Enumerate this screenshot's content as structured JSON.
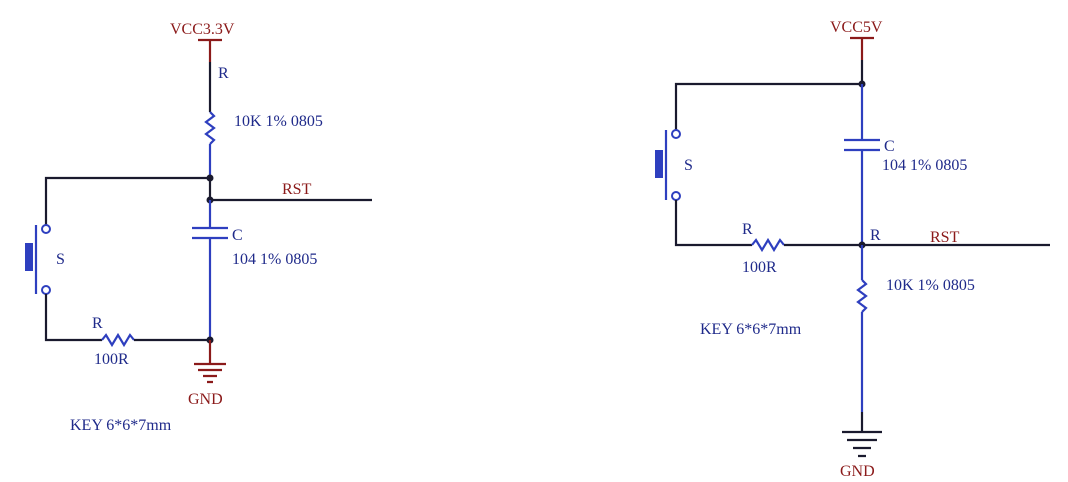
{
  "circuits": [
    {
      "supply_label": "VCC3.3V",
      "ground_label": "GND",
      "reset_resistor": {
        "designator": "R",
        "value": "10K  1% 0805"
      },
      "capacitor": {
        "designator": "C",
        "value": "104 1% 0805"
      },
      "switch": {
        "designator": "S"
      },
      "series_resistor": {
        "designator": "R",
        "value": "100R"
      },
      "net_label": "RST",
      "key_note": "KEY 6*6*7mm"
    },
    {
      "supply_label": "VCC5V",
      "ground_label": "GND",
      "reset_resistor": {
        "designator": "R",
        "value": "10K  1% 0805"
      },
      "capacitor": {
        "designator": "C",
        "value": "104 1% 0805"
      },
      "switch": {
        "designator": "S"
      },
      "series_resistor": {
        "designator": "R",
        "value": "100R"
      },
      "net_label": "RST",
      "key_note": "KEY 6*6*7mm"
    }
  ],
  "colors": {
    "wire": "#2e3fbf",
    "net": "#8b1a1a",
    "text": "#1f2a8a"
  }
}
